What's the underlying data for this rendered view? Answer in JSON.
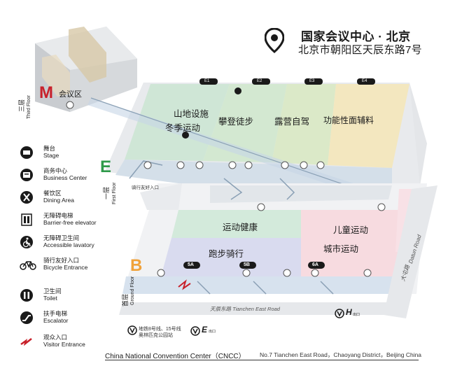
{
  "header": {
    "title": "国家会议中心 · 北京",
    "address": "北京市朝阳区天辰东路7号"
  },
  "legend": [
    {
      "icon": "stage-icon",
      "cn": "舞台",
      "en": "Stage"
    },
    {
      "icon": "business-center-icon",
      "cn": "商务中心",
      "en": "Business Center"
    },
    {
      "icon": "dining-icon",
      "cn": "餐饮区",
      "en": "Dining Area"
    },
    {
      "icon": "elevator-icon",
      "cn": "无障碍电梯",
      "en": "Barrier-free elevator"
    },
    {
      "icon": "accessible-lavatory-icon",
      "cn": "无障碍卫生间",
      "en": "Accessible lavatory"
    },
    {
      "icon": "bicycle-icon",
      "cn": "骑行友好入口",
      "en": "Bicycle Entrance"
    },
    {
      "icon": "toilet-icon",
      "cn": "卫生间",
      "en": "Toilet"
    },
    {
      "icon": "escalator-icon",
      "cn": "扶手电梯",
      "en": "Escalator"
    },
    {
      "icon": "visitor-entrance-icon",
      "cn": "观众入口",
      "en": "Visitor Entrance"
    }
  ],
  "floors": {
    "m": {
      "letter": "M",
      "cn": "三层",
      "en": "Third Floor",
      "zone": "会议区"
    },
    "e": {
      "letter": "E",
      "cn": "一层",
      "en": "First Floor"
    },
    "b": {
      "letter": "B",
      "cn": "首层",
      "en": "Ground Floor"
    }
  },
  "halls": {
    "e": [
      "E1",
      "E2",
      "E3",
      "E4"
    ],
    "b": [
      "5A",
      "5B",
      "6A"
    ]
  },
  "zones": {
    "e1_a": "山地设施",
    "e1_b": "冬季运动",
    "e2": "攀登徒步",
    "e3": "露营自驾",
    "e4": "功能性面辅料",
    "b_top": "运动健康",
    "b_mid": "跑步骑行",
    "b_right_a": "儿童运动",
    "b_right_b": "城市运动",
    "bicycle_entrance_note": "骑行友好入口"
  },
  "roads": {
    "tianchen": "天辰东路  Tianchen East Road",
    "datun_cn": "大屯路",
    "datun_en": "Datun Road"
  },
  "metro": {
    "line1": "地铁8号线、15号线",
    "line2": "奥林匹克公园站",
    "bus_label": "E",
    "bus_sub": "出口",
    "h_label": "H",
    "h_sub": "出口"
  },
  "footer": {
    "name": "China National Convention Center（CNCC）",
    "address": "No.7 Tianchen East Road，Chaoyang District，Beijing China"
  },
  "colors": {
    "accent_red": "#c8202a",
    "green_letter": "#2f9a4a",
    "orange_letter": "#f0a23a",
    "zone_green": "#cfe6d6",
    "zone_yellow": "#f3e7bf",
    "zone_pink": "#f7dbe0",
    "zone_lavender": "#d9dbef",
    "floor_grey": "#e3e5e8"
  }
}
